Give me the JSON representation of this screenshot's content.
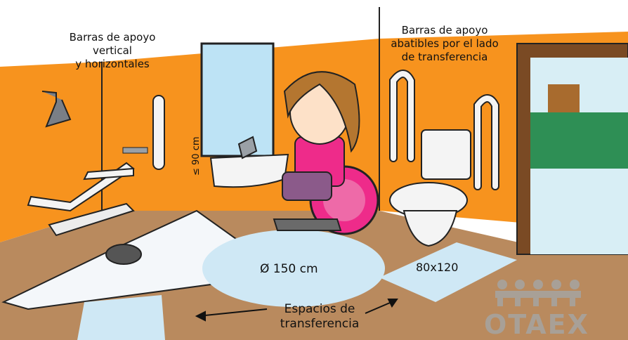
{
  "labels": {
    "grab_bars_left": [
      "Barras de apoyo",
      "vertical",
      "y horizontales"
    ],
    "grab_bars_right": [
      "Barras de apoyo",
      "abatibles por el lado",
      "de transferencia"
    ],
    "turning_circle": "Ø 150 cm",
    "transfer_area": "80x120",
    "transfer_spaces": [
      "Espacios de",
      "transferencia"
    ],
    "sink_height": "≤ 90 cm"
  },
  "logo": {
    "text": "OTAEX"
  },
  "colors": {
    "wall": "#f7931e",
    "floor": "#b98a5e",
    "light_blue": "#cfe8f5",
    "pink": "#ee2b8a",
    "logo_gray": "#a8a097"
  }
}
